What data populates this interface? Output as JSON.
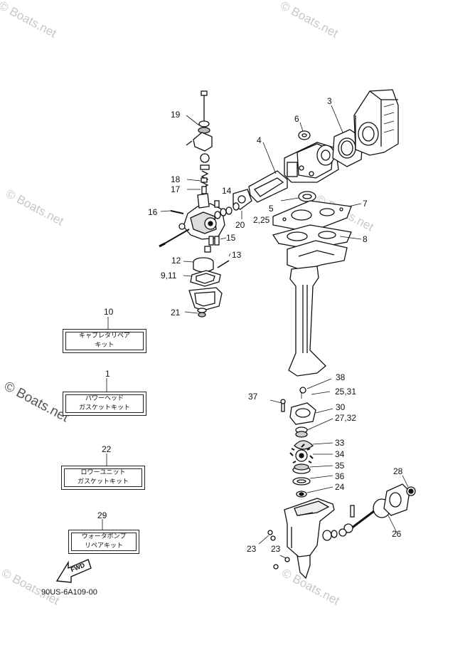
{
  "watermark": "© Boats.net",
  "diagram_code": "90US-6A109-00",
  "fwd_label": "FWD",
  "callouts": {
    "c19": "19",
    "c18": "18",
    "c17": "17",
    "c16": "16",
    "c14": "14",
    "c15": "15",
    "c12": "12",
    "c13": "13",
    "c9_11": "9,11",
    "c21": "21",
    "c20": "20",
    "c6": "6",
    "c3": "3",
    "c4": "4",
    "c5": "5",
    "c2_25": "2,25",
    "c7": "7",
    "c8": "8",
    "c38": "38",
    "c37": "37",
    "c25_31": "25,31",
    "c30": "30",
    "c27_32": "27,32",
    "c33": "33",
    "c34": "34",
    "c35": "35",
    "c36": "36",
    "c24": "24",
    "c28": "28",
    "c26": "26",
    "c23a": "23",
    "c23b": "23"
  },
  "kits": [
    {
      "number": "10",
      "line1": "キャブレタリペア",
      "line2": "キット"
    },
    {
      "number": "1",
      "line1": "パワーヘッド",
      "line2": "ガスケットキット"
    },
    {
      "number": "22",
      "line1": "ロワーユニット",
      "line2": "ガスケットキット"
    },
    {
      "number": "29",
      "line1": "ウォータポンプ",
      "line2": "リペアキット"
    }
  ]
}
